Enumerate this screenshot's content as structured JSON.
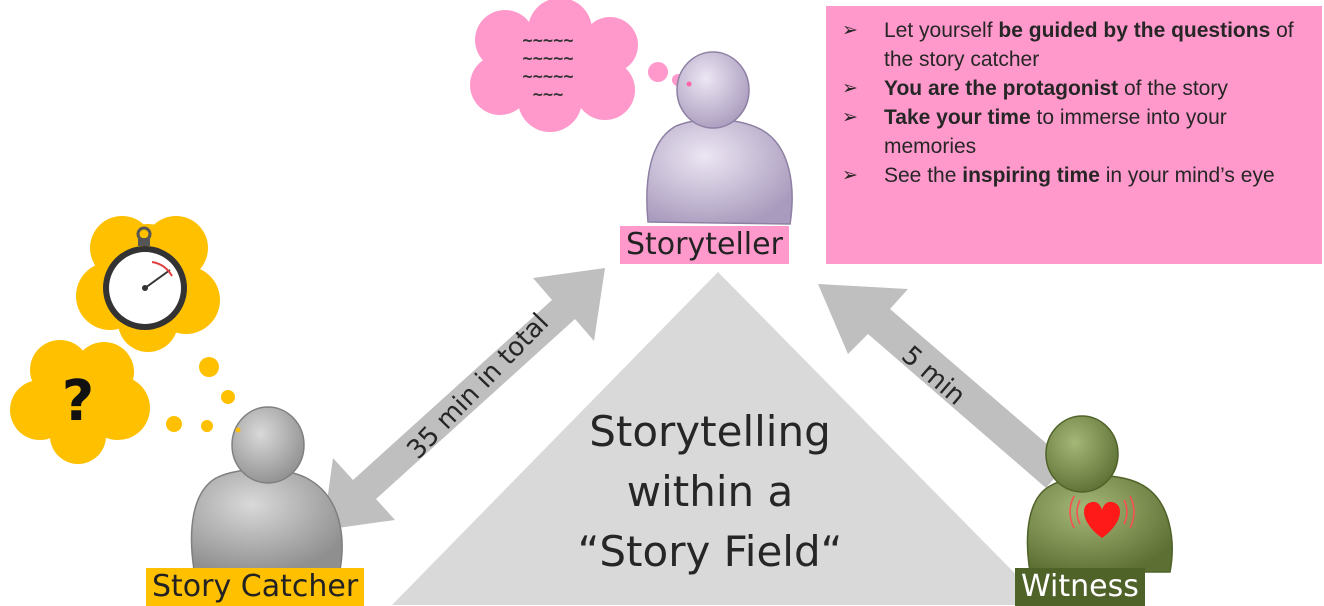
{
  "roles": {
    "storyteller": "Storyteller",
    "story_catcher": "Story Catcher",
    "witness": "Witness"
  },
  "center": {
    "lines": [
      "Storytelling",
      "within a",
      "“Story Field“"
    ]
  },
  "arrows": {
    "catcher_storyteller": "35 min in total",
    "witness_storyteller": "5 min"
  },
  "thought_text": [
    "~~~~~",
    "~~~~~",
    "~~~~~",
    "~~~"
  ],
  "question_mark": "?",
  "instructions": [
    {
      "before": "Let yourself ",
      "bold": "be guided by the questions",
      "after": " of the story catcher"
    },
    {
      "before": "",
      "bold": "You are the protagonist",
      "after": " of the story"
    },
    {
      "before": "",
      "bold": "Take your time",
      "after": " to immerse into your memories"
    },
    {
      "before": "See the ",
      "bold": "inspiring time",
      "after": " in your mind’s eye"
    }
  ],
  "colors": {
    "storyteller": "#ff99cc",
    "story_catcher": "#ffc000",
    "witness": "#4f6228",
    "triangle": "#d9d9d9",
    "arrow": "#bfbfbf"
  }
}
